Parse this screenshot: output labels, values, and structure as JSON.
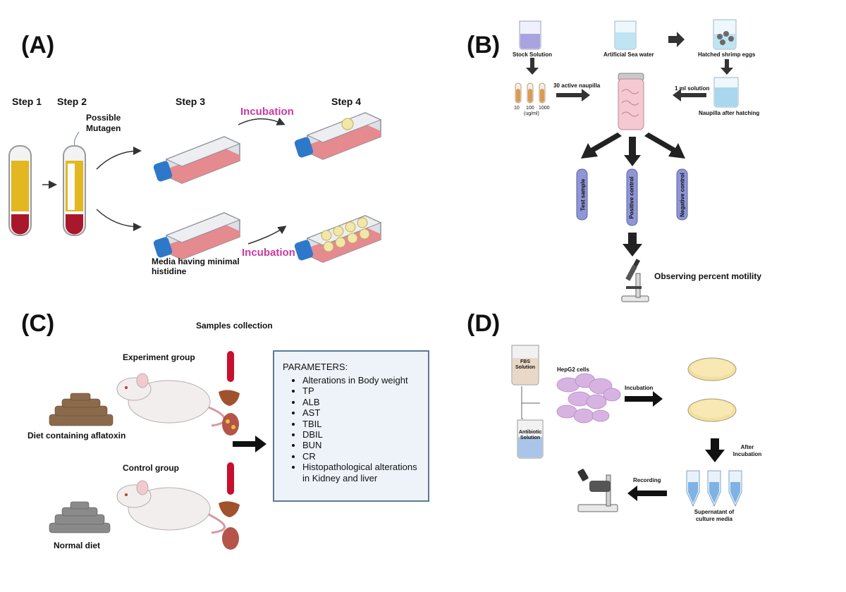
{
  "panels": {
    "a": {
      "label": "(A)",
      "steps": [
        "Step 1",
        "Step 2",
        "Step 3",
        "Step 4"
      ],
      "mutagen_label": "Possible Mutagen",
      "incubation_top": "Incubation",
      "incubation_bottom": "Incubation",
      "media_label": "Media having minimal histidine"
    },
    "b": {
      "label": "(B)",
      "stock_solution": "Stock Solution",
      "sea_water": "Artificial Sea water",
      "shrimp_eggs": "Hatched shrimp eggs",
      "concentrations": [
        "10",
        "100",
        "1000"
      ],
      "conc_unit": "(ug/ml)",
      "active_naupilla": "30 active naupilla",
      "one_ml": "1 ml solution",
      "naupilla_after": "Naupilla after hatching",
      "tubes": [
        "Test sample",
        "Positive control",
        "Negative control"
      ],
      "observing": "Observing percent motility"
    },
    "c": {
      "label": "(C)",
      "samples_collection": "Samples collection",
      "experiment_group": "Experiment group",
      "control_group": "Control group",
      "aflatoxin_diet": "Diet containing aflatoxin",
      "normal_diet": "Normal diet",
      "parameters_title": "PARAMETERS:",
      "parameters": [
        "Alterations in Body weight",
        "TP",
        "ALB",
        "AST",
        "TBIL",
        "DBIL",
        "BUN",
        "CR",
        "Histopathological alterations in Kidney and liver"
      ]
    },
    "d": {
      "label": "(D)",
      "fbs": "FBS Solution",
      "antibiotic": "Antibiotic Solution",
      "hepg2": "HepG2 cells",
      "incubation": "Incubation",
      "after_incubation": "After Incubation",
      "recording": "Recording",
      "supernatant": "Supernatant of culture media"
    }
  },
  "colors": {
    "incubation_text": "#c93aa0",
    "blood_red": "#a8182a",
    "plasma_yellow": "#e2b71f",
    "flask_media": "#e58a8f",
    "cap_blue": "#2e78c9",
    "tube_blue": "#8e96d6",
    "box_fill": "#eef3f9",
    "box_border": "#5b7a95"
  }
}
